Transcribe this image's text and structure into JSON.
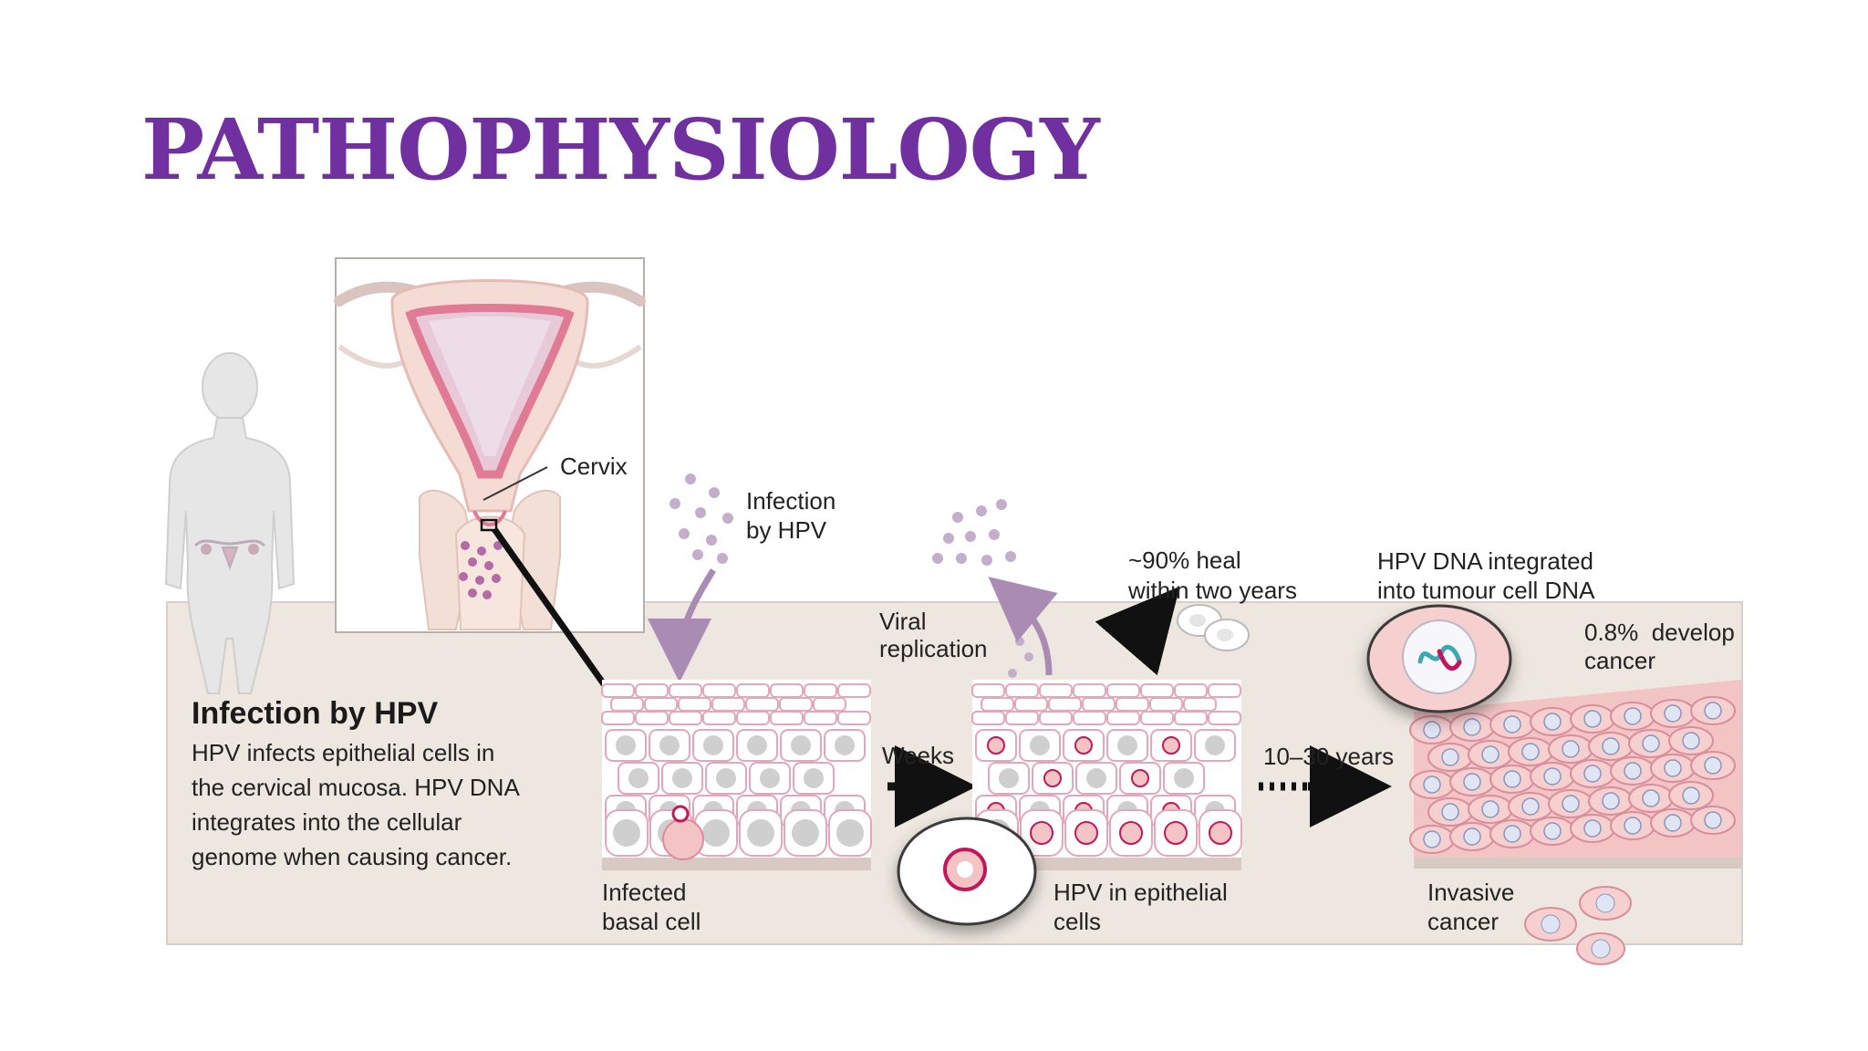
{
  "slide": {
    "title": "PATHOPHYSIOLOGY"
  },
  "diagram": {
    "heading": "Infection by HPV",
    "description_lines": [
      "HPV infects epithelial cells in",
      "the cervical mucosa. HPV DNA",
      "integrates into the cellular",
      "genome when causing cancer."
    ],
    "labels": {
      "cervix": "Cervix",
      "infection_by_hpv": [
        "Infection",
        "by HPV"
      ],
      "infected_basal_cell": [
        "Infected",
        "basal cell"
      ],
      "weeks": "Weeks",
      "viral_replication": [
        "Viral",
        "replication"
      ],
      "heal": [
        "~90% heal",
        "within two years"
      ],
      "hpv_in_epithelial": [
        "HPV in epithelial",
        "cells"
      ],
      "years": "10–30 years",
      "hpv_dna_integrated": [
        "HPV DNA integrated",
        "into tumour cell DNA"
      ],
      "develop_cancer": [
        "0.8%  develop",
        "cancer"
      ],
      "invasive_cancer": [
        "Invasive",
        "cancer"
      ]
    },
    "colors": {
      "title": "#7030a0",
      "panel_background": "#ede7df",
      "virus_particles": "#a98bb4",
      "infected_nucleus": "#c2185b",
      "cancer_tissue": "#f2c4c4"
    }
  }
}
